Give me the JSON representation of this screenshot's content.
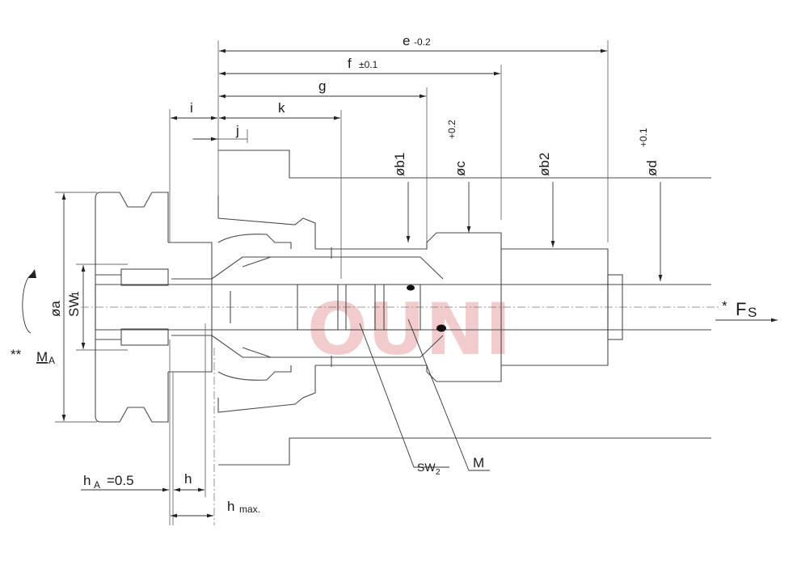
{
  "labels": {
    "e": "e",
    "e_tol": "-0.2",
    "f": "f",
    "f_tol": "±0.1",
    "g": "g",
    "k": "k",
    "i": "i",
    "j": "j",
    "b1": "øb1",
    "c": "øc",
    "c_tol": "+0.2",
    "b2": "øb2",
    "d": "ød",
    "d_tol": "+0.1",
    "a": "øa",
    "sw1": "SW",
    "sw1_sub": "1",
    "ma_prefix": "**",
    "ma": "M",
    "ma_sub": "A",
    "fs_prefix": "*",
    "fs": "F",
    "fs_sub": "S",
    "sw2": "SW",
    "sw2_sub": "2",
    "m": "M",
    "ha": "h",
    "ha_sub": "A",
    "ha_value": "=0.5",
    "h": "h",
    "hmax": "h",
    "hmax_sub": "max."
  },
  "watermark": "OUNI",
  "colors": {
    "line": "#4a4a4a",
    "dimension": "#333333",
    "watermark": "#e8a3a6"
  }
}
